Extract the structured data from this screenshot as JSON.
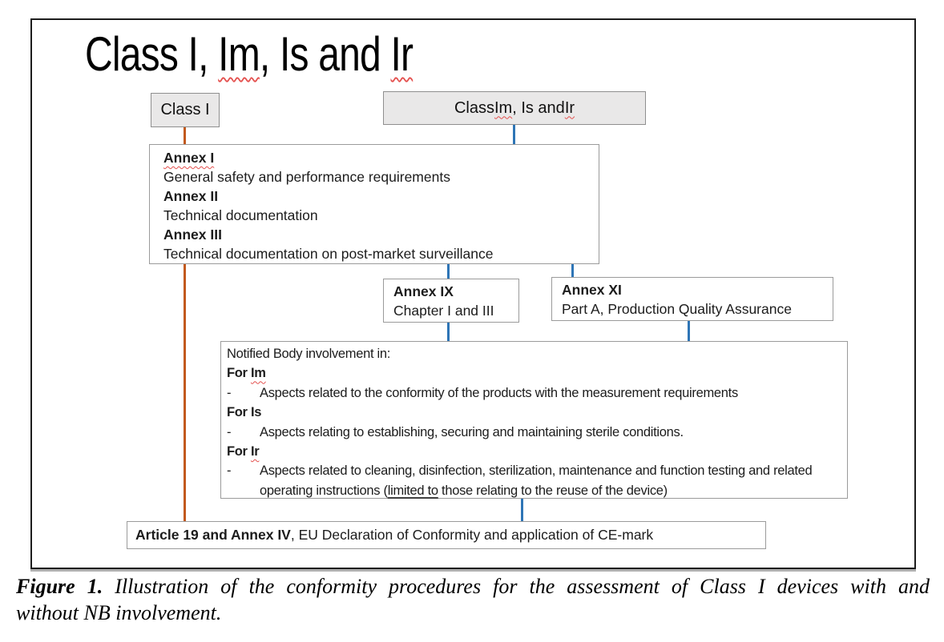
{
  "figure": {
    "title": {
      "p1": "Class I, ",
      "p2": "Im",
      "p3": ", Is and ",
      "p4": "Ir"
    },
    "class1_label": "Class I",
    "classim": {
      "p1": "Class ",
      "p2": "Im",
      "p3": ", Is and ",
      "p4": "Ir"
    },
    "annex_box": {
      "items": [
        {
          "title": "Annex I",
          "desc": "General safety and performance requirements"
        },
        {
          "title": "Annex II",
          "desc": "Technical documentation"
        },
        {
          "title": "Annex III",
          "desc": "Technical documentation on post-market surveillance"
        }
      ]
    },
    "annex_ix": {
      "title": "Annex IX",
      "desc": "Chapter I and III"
    },
    "annex_xi": {
      "title": "Annex XI",
      "desc": "Part A, Production Quality Assurance"
    },
    "notified": {
      "intro": "Notified Body involvement in:",
      "dash": "-",
      "sections": [
        {
          "h_pre": "For ",
          "h_word": "Im",
          "bullet": "Aspects related to the conformity of the products with the measurement requirements"
        },
        {
          "h_pre": "For ",
          "h_word": "Is",
          "bullet": "Aspects relating to establishing, securing and maintaining sterile conditions."
        },
        {
          "h_pre": "For ",
          "h_word": "Ir",
          "bullet_pre": "Aspects related to cleaning, disinfection, sterilization, maintenance and function testing and related operating instructions (",
          "bullet_underlined": "limited to",
          "bullet_post": " those relating to the reuse of the device)"
        }
      ]
    },
    "article": {
      "bold": "Article 19 and Annex IV",
      "rest": ", EU Declaration of Conformity and application of CE-mark"
    },
    "caption": {
      "label": "Figure 1.",
      "line1_rest": "Illustration of the conformity procedures for the assessment of Class I devices with and",
      "line2": "without NB involvement."
    }
  },
  "colors": {
    "orange_line": "#c2591e",
    "blue_line": "#2e75b6",
    "gray_box_fill": "#e9e8e8",
    "box_border_gray": "#9b9b9b",
    "frame_border": "#1d1d1d",
    "squiggle_red": "#e4504e"
  }
}
